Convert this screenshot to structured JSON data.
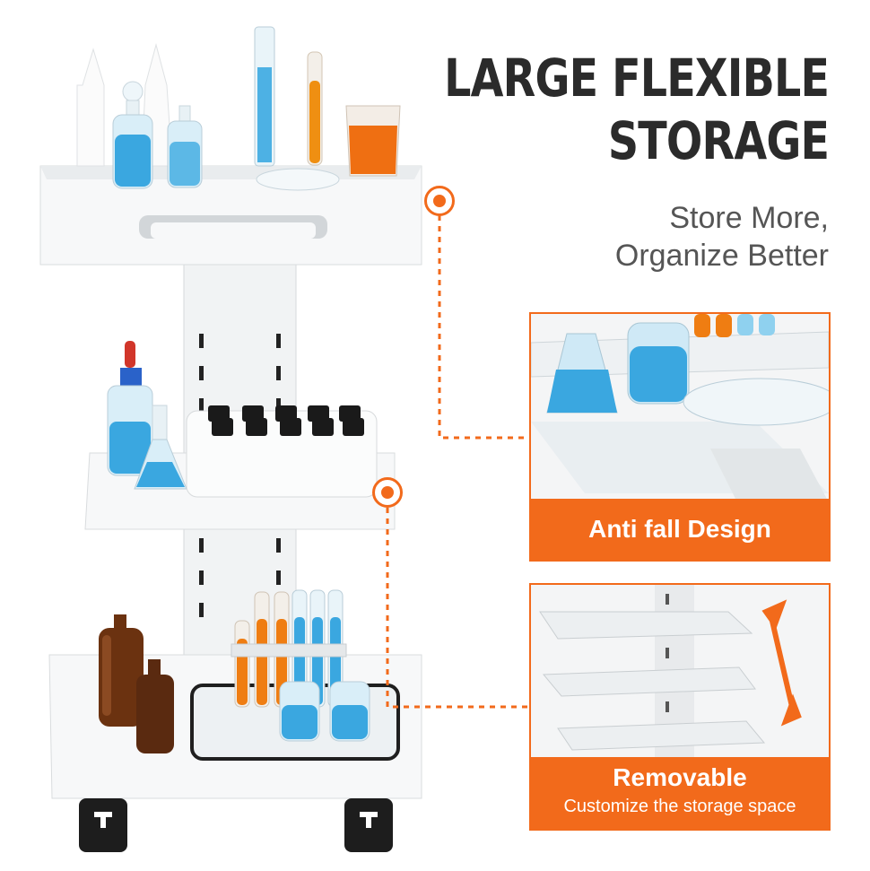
{
  "headline": {
    "line1": "LARGE FLEXIBLE",
    "line2": "STORAGE"
  },
  "subheadline": {
    "line1": "Store More,",
    "line2": "Organize Better"
  },
  "features": [
    {
      "title": "Anti fall Design"
    },
    {
      "title": "Removable",
      "subtitle": "Customize the storage space"
    }
  ],
  "colors": {
    "accent": "#f26a1b",
    "text_dark": "#2b2b2b",
    "text_gray": "#555555",
    "cart_white": "#f4f6f7",
    "liquid_blue": "#3aa7e0",
    "liquid_orange": "#ef7d12",
    "amber_glass": "#6b3210"
  }
}
